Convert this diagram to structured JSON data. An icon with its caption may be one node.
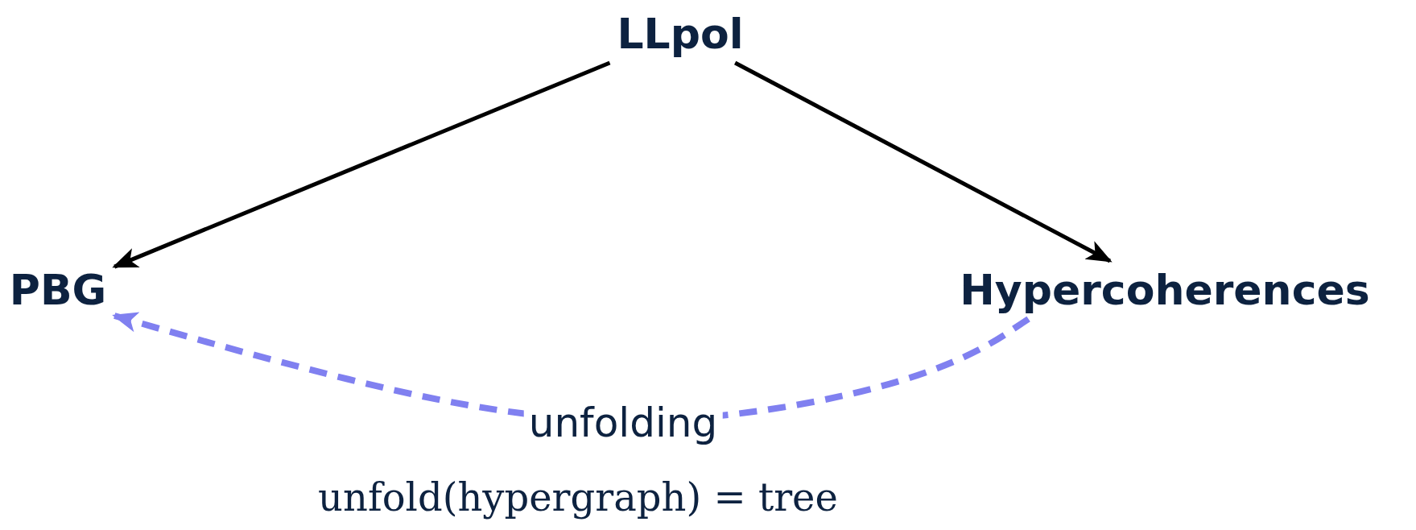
{
  "diagram": {
    "nodes": [
      {
        "text": [
          "LLpol"
        ]
      },
      {
        "text": [
          "PBG"
        ]
      },
      {
        "text": [
          "Hypercoherences"
        ]
      }
    ],
    "edges": [
      {
        "from": 0,
        "to": 1,
        "arrow": "to"
      },
      {
        "from": 0,
        "to": 2,
        "arrow": "to"
      },
      {
        "from": 2,
        "to": 1,
        "arrow": "to",
        "label": "unfolding",
        "style": "dashed",
        "color": "#8080f0"
      }
    ],
    "labels": [
      "unfold(hypergraph) = tree"
    ]
  }
}
